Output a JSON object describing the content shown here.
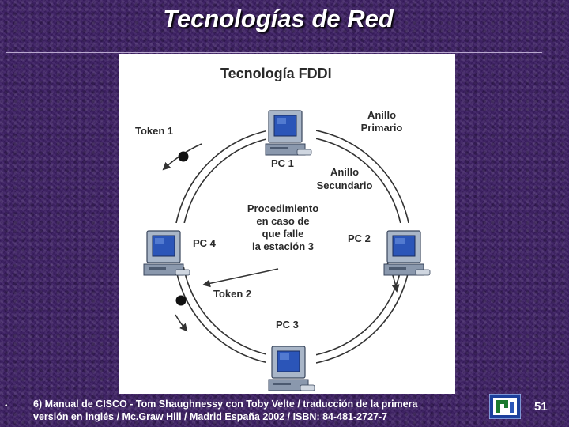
{
  "slide": {
    "title": "Tecnologías de Red",
    "bullet": "•",
    "caption_line1": "6) Manual de CISCO - Tom Shaughnessy con Toby Velte / traducción de la primera",
    "caption_line2": "versión en inglés / Mc.Graw Hill / Madrid España 2002 / ISBN: 84-481-2727-7",
    "page_number": "51"
  },
  "diagram": {
    "title": "Tecnología FDDI",
    "token1": "Token 1",
    "token2": "Token 2",
    "primary_ring": [
      "Anillo",
      "Primario"
    ],
    "secondary_ring": [
      "Anillo",
      "Secundario"
    ],
    "procedure": [
      "Procedimiento",
      "en caso de",
      "que falle",
      "la estación 3"
    ],
    "pc1": "PC 1",
    "pc2": "PC 2",
    "pc3": "PC 3",
    "pc4": "PC 4"
  },
  "colors": {
    "background": "#3b1d63",
    "ring": "#333333"
  }
}
